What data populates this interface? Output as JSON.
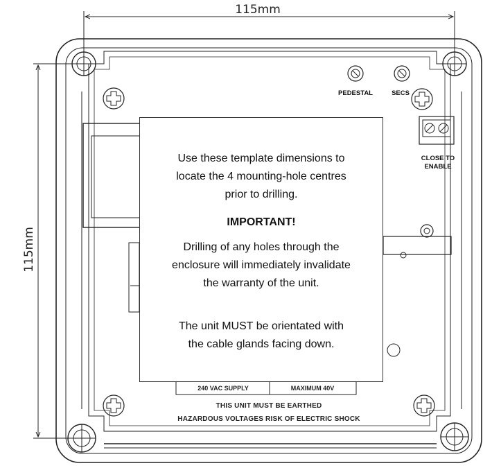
{
  "dimensions": {
    "horizontal": "115mm",
    "vertical": "115mm"
  },
  "labels": {
    "pedestal": "PEDESTAL",
    "secs": "SECS",
    "close_to": "CLOSE TO",
    "enable": "ENABLE"
  },
  "plate_text": {
    "left": "240 VAC SUPPLY",
    "right": "MAXIMUM 40V"
  },
  "warnings": {
    "line1": "THIS UNIT MUST BE EARTHED",
    "line2": "HAZARDOUS VOLTAGES RISK OF ELECTRIC SHOCK"
  },
  "note": {
    "line1": "Use these template dimensions to",
    "line2": "locate the 4 mounting-hole centres",
    "line3": "prior to drilling.",
    "important": "IMPORTANT!",
    "line4": "Drilling of any holes through the",
    "line5": "enclosure will immediately invalidate",
    "line6": "the warranty of the unit.",
    "line7": "The unit MUST be orientated with",
    "line8": "the cable glands facing down."
  },
  "colors": {
    "line": "#222222",
    "background": "#ffffff"
  }
}
